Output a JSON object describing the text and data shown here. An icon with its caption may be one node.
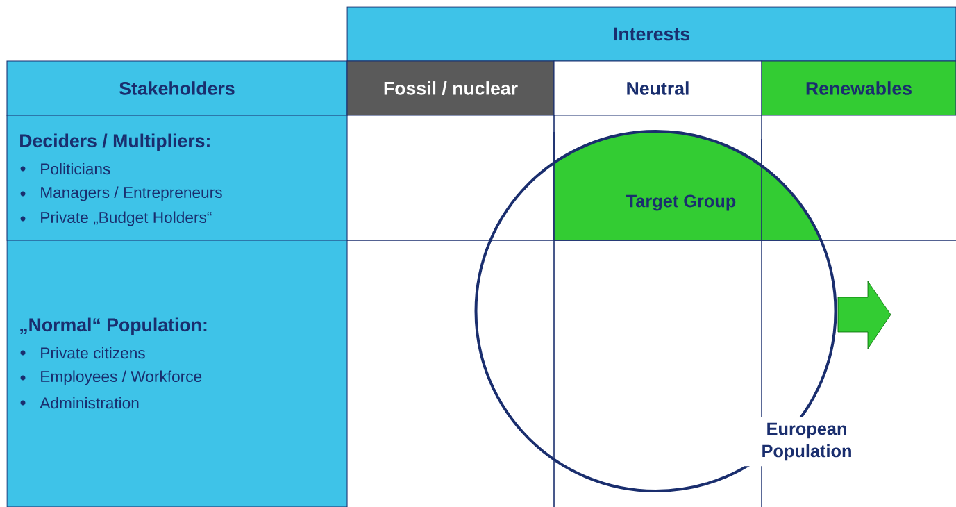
{
  "diagram": {
    "nodes": [
      {
        "text": [
          "Interests"
        ]
      },
      {
        "text": [
          "Stakeholders"
        ]
      },
      {
        "text": [
          "Fossil / nuclear"
        ]
      },
      {
        "text": [
          "Neutral"
        ]
      },
      {
        "text": [
          "Renewables"
        ]
      },
      {
        "text": [
          "Deciders / Multipliers:",
          "Politicians",
          "Managers / Entrepreneurs",
          "Private „Budget Holders“"
        ]
      },
      {
        "text": [
          "„Normal“ Population:",
          "Private citizens",
          "Employees / Workforce",
          "Administration"
        ]
      },
      {
        "text": [
          "European Population"
        ]
      },
      {
        "text": [
          "Target Group"
        ],
        "in": 7
      }
    ]
  }
}
